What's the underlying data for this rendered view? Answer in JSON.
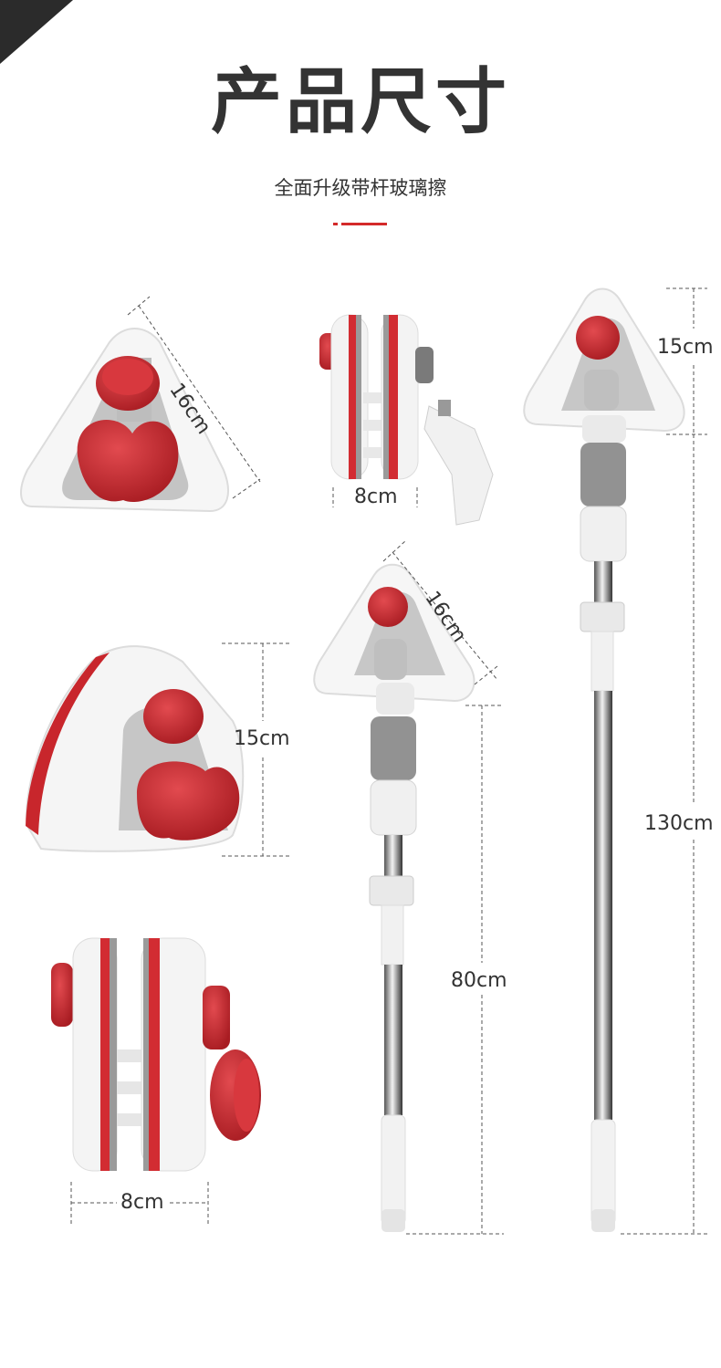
{
  "page": {
    "title": "产品尺寸",
    "subtitle": "全面升级带杆玻璃擦"
  },
  "dimensions": {
    "head_side_top": "16cm",
    "clip_width_top": "8cm",
    "head_side_pole": "16cm",
    "head_height_left": "15cm",
    "head_height_right": "15cm",
    "pole_short": "80cm",
    "pole_long": "130cm",
    "clip_width_bottom": "8cm"
  },
  "colors": {
    "accent": "#d42a2a",
    "product_red": "#c8262c",
    "product_white": "#f4f4f4",
    "text": "#333333"
  }
}
